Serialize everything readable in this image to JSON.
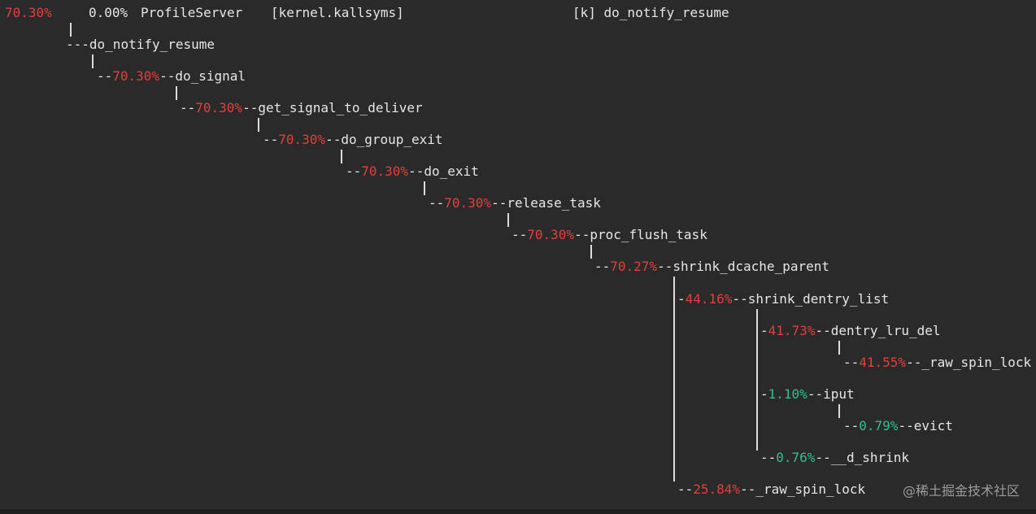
{
  "header": {
    "children_pct": "70.30%",
    "self_pct": "0.00%",
    "command": "ProfileServer",
    "shared_object": "[kernel.kallsyms]",
    "symbol": "[k] do_notify_resume"
  },
  "tree": {
    "root": {
      "fn": "do_notify_resume"
    },
    "n1": {
      "pct": "70.30%",
      "fn": "do_signal"
    },
    "n2": {
      "pct": "70.30%",
      "fn": "get_signal_to_deliver"
    },
    "n3": {
      "pct": "70.30%",
      "fn": "do_group_exit"
    },
    "n4": {
      "pct": "70.30%",
      "fn": "do_exit"
    },
    "n5": {
      "pct": "70.30%",
      "fn": "release_task"
    },
    "n6": {
      "pct": "70.30%",
      "fn": "proc_flush_task"
    },
    "n7": {
      "pct": "70.27%",
      "fn": "shrink_dcache_parent"
    },
    "n8": {
      "pct": "44.16%",
      "fn": "shrink_dentry_list"
    },
    "n9": {
      "pct": "41.73%",
      "fn": "dentry_lru_del"
    },
    "n10": {
      "pct": "41.55%",
      "fn": "_raw_spin_lock"
    },
    "n11": {
      "pct": "1.10%",
      "fn": "iput"
    },
    "n12": {
      "pct": "0.79%",
      "fn": "evict"
    },
    "n13": {
      "pct": "0.76%",
      "fn": "__d_shrink"
    },
    "n14": {
      "pct": "25.84%",
      "fn": "_raw_spin_lock"
    }
  },
  "watermark": "@稀土掘金技术社区",
  "colors": {
    "high": "#e0413b",
    "low": "#2fc08f",
    "text": "#e6e6e6",
    "background": "#2a2a2a"
  }
}
